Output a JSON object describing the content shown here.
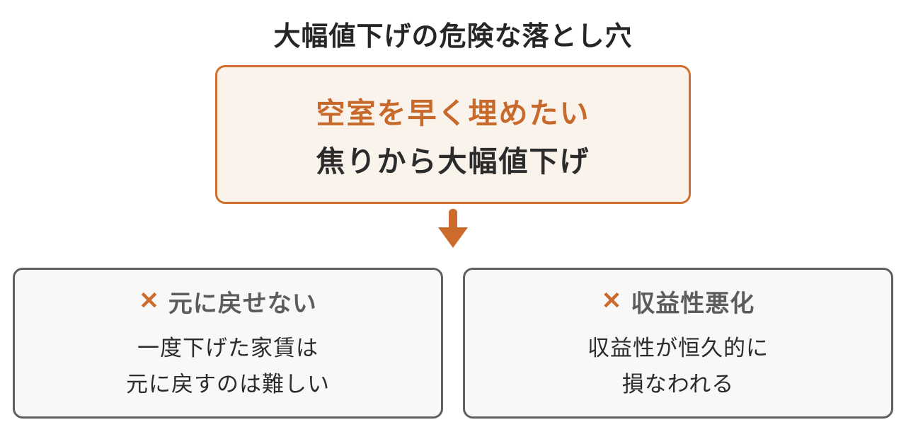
{
  "title": "大幅値下げの危険な落とし穴",
  "cause_box": {
    "highlight_line": "空室を早く埋めたい",
    "normal_line": "焦りから大幅値下げ"
  },
  "arrow": {
    "icon": "down-arrow-icon",
    "color": "#cc6b2c"
  },
  "consequences": [
    {
      "mark": "✕",
      "heading": "元に戻せない",
      "body_lines": [
        "一度下げた家賃は",
        "元に戻すのは難しい"
      ]
    },
    {
      "mark": "✕",
      "heading": "収益性悪化",
      "body_lines": [
        "収益性が恒久的に",
        "損なわれる"
      ]
    }
  ],
  "colors": {
    "accent_orange": "#cc6b2c",
    "cause_box_border": "#d0702e",
    "cause_box_background": "#faf3ec",
    "consequence_border": "#606060",
    "consequence_background": "#f8f8f8",
    "heading_gray": "#5c5c5c",
    "text_dark": "#2b2b2b"
  }
}
